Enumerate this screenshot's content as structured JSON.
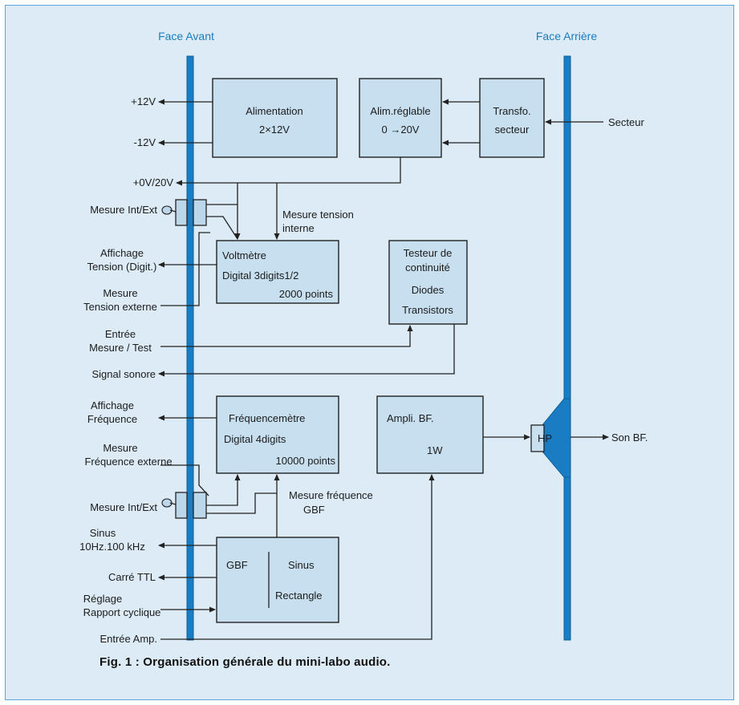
{
  "headers": {
    "front": "Face Avant",
    "rear": "Face Arrière"
  },
  "blocks": {
    "alimentation": [
      "Alimentation",
      "2×12V"
    ],
    "alim_reglable": [
      "Alim.réglable",
      "0 →20V"
    ],
    "transfo": [
      "Transfo.",
      "secteur"
    ],
    "voltmetre": [
      "Voltmètre",
      "Digital 3digits1/2",
      "2000 points"
    ],
    "testeur": [
      "Testeur de",
      "continuité",
      "Diodes",
      "Transistors"
    ],
    "frequencemetre": [
      "Fréquencemètre",
      "Digital 4digits",
      "10000 points"
    ],
    "ampli": [
      "Ampli. BF.",
      "1W"
    ],
    "gbf": {
      "name": "GBF",
      "out1": "Sinus",
      "out2": "Rectangle"
    },
    "hp": "HP"
  },
  "left_labels": {
    "p12v": "+12V",
    "m12v": "-12V",
    "v0_20": "+0V/20V",
    "mesure_int_ext_1": "Mesure Int/Ext",
    "affichage_tension": [
      "Affichage",
      "Tension (Digit.)"
    ],
    "mesure_tension_ext": [
      "Mesure",
      "Tension externe"
    ],
    "entree_mesure": [
      "Entrée",
      "Mesure / Test"
    ],
    "signal_sonore": "Signal   sonore",
    "affichage_freq": [
      "Affichage",
      "Fréquence"
    ],
    "mesure_freq_ext": [
      "Mesure",
      "Fréquence externe"
    ],
    "mesure_int_ext_2": "Mesure Int/Ext",
    "sinus": [
      "Sinus",
      "10Hz.100 kHz"
    ],
    "carre": "Carré TTL",
    "reglage": [
      "Réglage",
      "Rapport cyclique"
    ],
    "entree_amp": "Entrée Amp."
  },
  "inner_labels": {
    "mesure_tension_interne": [
      "Mesure tension",
      "interne"
    ],
    "mesure_freq_gbf": [
      "Mesure fréquence",
      "GBF"
    ]
  },
  "right_labels": {
    "secteur": "Secteur",
    "son_bf": "Son BF."
  },
  "caption": "Fig. 1 : Organisation générale du mini-labo audio."
}
